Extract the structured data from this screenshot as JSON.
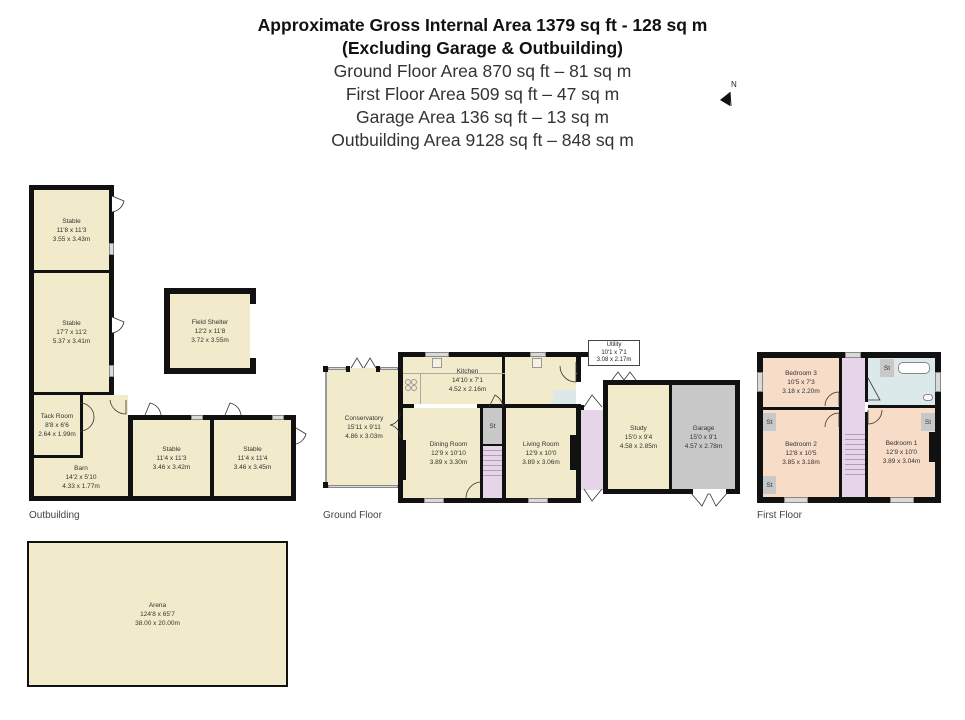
{
  "header": {
    "gross_area": "Approximate Gross Internal Area 1379 sq ft - 128 sq m",
    "excluding": "(Excluding Garage & Outbuilding)",
    "ground_floor_area": "Ground Floor Area 870 sq ft – 81 sq m",
    "first_floor_area": "First Floor Area 509 sq ft – 47 sq m",
    "garage_area": "Garage Area 136 sq ft – 13 sq m",
    "outbuilding_area": "Outbuilding Area 9128 sq ft – 848 sq m"
  },
  "compass": {
    "label": "N",
    "icon": "north-arrow-icon"
  },
  "colors": {
    "room": "#f2ebcb",
    "hall": "#e6d4e8",
    "bedroom": "#f7dcc8",
    "storage": "#c8c8c8",
    "bathroom": "#dbe9ea",
    "wall": "#111111"
  },
  "outbuilding": {
    "label": "Outbuilding",
    "rooms": [
      {
        "name": "Stable",
        "imperial": "11'8 x 11'3",
        "metric": "3.55 x 3.43m"
      },
      {
        "name": "Stable",
        "imperial": "17'7 x 11'2",
        "metric": "5.37 x 3.41m"
      },
      {
        "name": "Tack Room",
        "imperial": "8'8 x 6'6",
        "metric": "2.64 x 1.99m"
      },
      {
        "name": "Barn",
        "imperial": "14'2 x 5'10",
        "metric": "4.33 x 1.77m"
      },
      {
        "name": "Stable",
        "imperial": "11'4 x 11'3",
        "metric": "3.46 x 3.42m"
      },
      {
        "name": "Stable",
        "imperial": "11'4 x 11'4",
        "metric": "3.46 x 3.45m"
      },
      {
        "name": "Field Shelter",
        "imperial": "12'2 x 11'8",
        "metric": "3.72 x 3.55m"
      },
      {
        "name": "Arena",
        "imperial": "124'8 x 65'7",
        "metric": "38.00 x 20.00m"
      }
    ]
  },
  "ground_floor": {
    "label": "Ground Floor",
    "rooms": [
      {
        "name": "Conservatory",
        "imperial": "15'11 x 9'11",
        "metric": "4.86 x 3.03m"
      },
      {
        "name": "Kitchen",
        "imperial": "14'10 x 7'1",
        "metric": "4.52 x 2.16m"
      },
      {
        "name": "Dining Room",
        "imperial": "12'9 x 10'10",
        "metric": "3.89 x 3.30m"
      },
      {
        "name": "Living Room",
        "imperial": "12'9 x 10'0",
        "metric": "3.89 x 3.06m"
      },
      {
        "name": "Utility",
        "imperial": "10'1 x 7'1",
        "metric": "3.08 x 2.17m"
      },
      {
        "name": "Study",
        "imperial": "15'0 x 9'4",
        "metric": "4.58 x 2.85m"
      },
      {
        "name": "Garage",
        "imperial": "15'0 x 9'1",
        "metric": "4.57 x 2.78m"
      }
    ],
    "store_label": "St"
  },
  "first_floor": {
    "label": "First Floor",
    "rooms": [
      {
        "name": "Bedroom 3",
        "imperial": "10'5 x 7'3",
        "metric": "3.18 x 2.20m"
      },
      {
        "name": "Bedroom 2",
        "imperial": "12'8 x 10'5",
        "metric": "3.85 x 3.18m"
      },
      {
        "name": "Bedroom 1",
        "imperial": "12'9 x 10'0",
        "metric": "3.89 x 3.04m"
      }
    ],
    "store_label": "St"
  }
}
